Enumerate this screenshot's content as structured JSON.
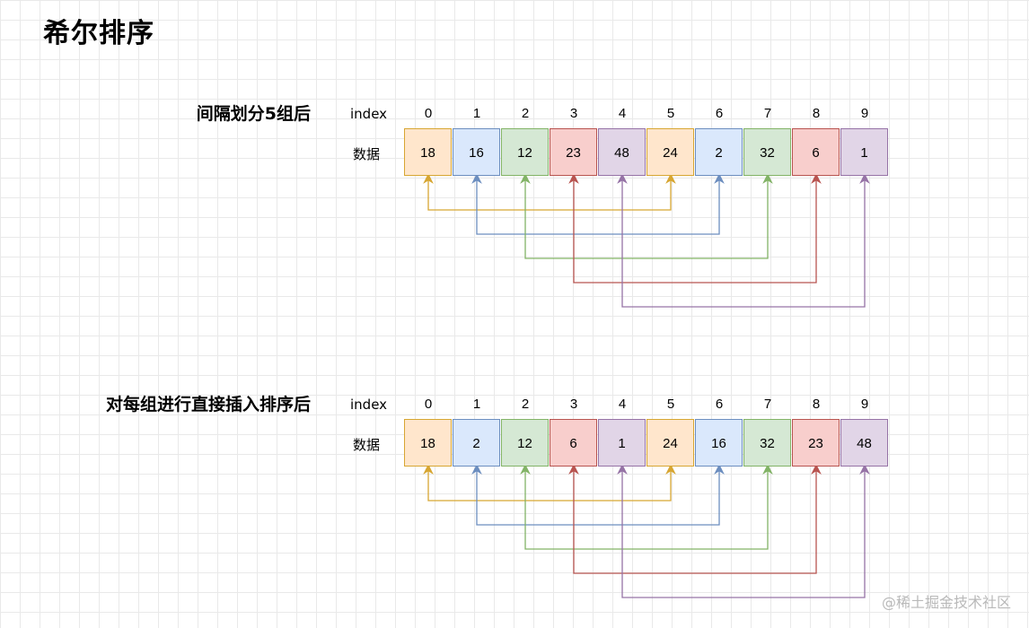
{
  "title": "希尔排序",
  "labels": {
    "index": "index",
    "data": "数据"
  },
  "colors": {
    "orange": "#d7a632",
    "blue": "#6c8ebf",
    "green": "#82b366",
    "red": "#b85450",
    "purple": "#9673a6"
  },
  "sections": [
    {
      "heading": "间隔划分5组后",
      "indices": [
        "0",
        "1",
        "2",
        "3",
        "4",
        "5",
        "6",
        "7",
        "8",
        "9"
      ],
      "values": [
        "18",
        "16",
        "12",
        "23",
        "48",
        "24",
        "2",
        "32",
        "6",
        "1"
      ],
      "groups": [
        {
          "from": 0,
          "to": 5,
          "color": "orange"
        },
        {
          "from": 1,
          "to": 6,
          "color": "blue"
        },
        {
          "from": 2,
          "to": 7,
          "color": "green"
        },
        {
          "from": 3,
          "to": 8,
          "color": "red"
        },
        {
          "from": 4,
          "to": 9,
          "color": "purple"
        }
      ]
    },
    {
      "heading": "对每组进行直接插入排序后",
      "indices": [
        "0",
        "1",
        "2",
        "3",
        "4",
        "5",
        "6",
        "7",
        "8",
        "9"
      ],
      "values": [
        "18",
        "2",
        "12",
        "6",
        "1",
        "24",
        "16",
        "32",
        "23",
        "48"
      ],
      "groups": [
        {
          "from": 0,
          "to": 5,
          "color": "orange"
        },
        {
          "from": 1,
          "to": 6,
          "color": "blue"
        },
        {
          "from": 2,
          "to": 7,
          "color": "green"
        },
        {
          "from": 3,
          "to": 8,
          "color": "red"
        },
        {
          "from": 4,
          "to": 9,
          "color": "purple"
        }
      ]
    }
  ],
  "watermark": "@稀土掘金技术社区"
}
